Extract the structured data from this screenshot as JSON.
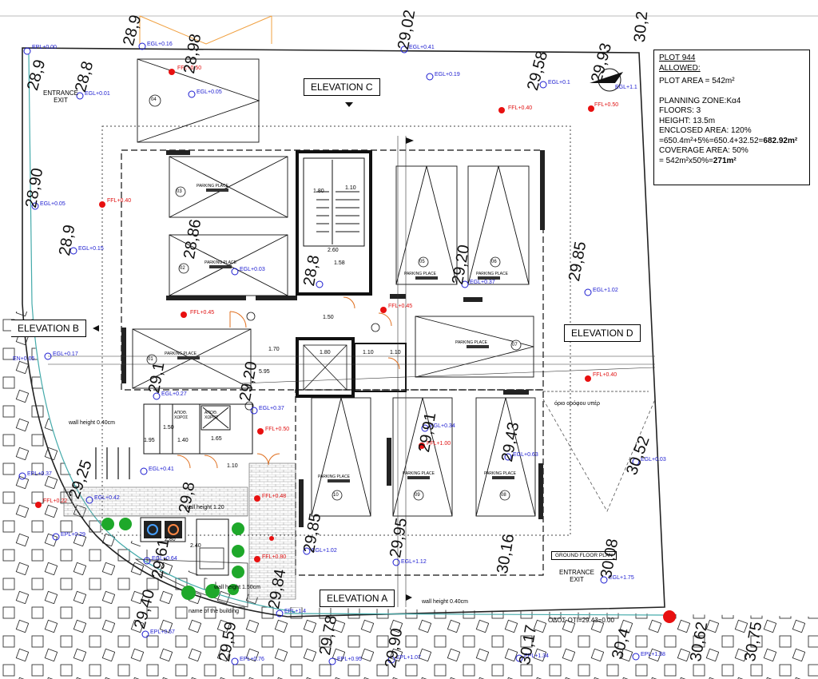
{
  "plot_info": {
    "plot": "PLOT 944",
    "allowed": "ALLOWED:",
    "plot_area": "PLOT AREA = 542m²",
    "planning_zone": "PLANNING ZONE:Κα4",
    "floors": "FLOORS:   3",
    "height": "HEIGHT:     13.5m",
    "enclosed_area": "ENCLOSED AREA:   120%",
    "enclosed_calc_prefix": "=650.4m²+5%=650.4+32.52=",
    "enclosed_calc_result": "682.92m²",
    "coverage_area": "COVERAGE AREA:  50%",
    "coverage_calc_prefix": "= 542m²x50%=",
    "coverage_calc_result": "271m²"
  },
  "elevations": {
    "a": "ELEVATION A",
    "b": "ELEVATION B",
    "c": "ELEVATION C",
    "d": "ELEVATION D"
  },
  "labels": {
    "entrance_exit_left": "ENTRANCE\nEXIT",
    "entrance_exit_bottom": "ENTRANCE\nEXIT",
    "ground_floor_plan": "GROUND FLOOR PLAN",
    "wall_height_left": "wall height 0.40cm",
    "wall_height_bottom": "wall height 0.40cm",
    "wall_height_mid": "wall height 1.20",
    "wall_height_lower": "wall height 1.50cm",
    "road_offset": "ΟΔΟΣ ΟΤΙ=29.43=0.00",
    "canopy_note": "όριο ορόφου υπέρ",
    "name_of_building": "name of the building",
    "storage_1": "ΑΠΟΘ.",
    "storage_2": "ΧΩΡΟΣ",
    "storage_3": "ΑΠΟΘ.",
    "storage_4": "ΧΩΡΟΣ",
    "parking": "PARKING PLACE",
    "parking_numbers": [
      "04",
      "03",
      "02",
      "01",
      "05",
      "06",
      "07",
      "08",
      "09",
      "10"
    ]
  },
  "dimensions": [
    "1.80",
    "1.10",
    "2.60",
    "1.80",
    "1.10",
    "1.10",
    "1.50",
    "1.70",
    "5.95",
    "1.40",
    "1.65",
    "1.50",
    "1.10",
    "2.80",
    "2.40",
    "1.58",
    "1.95"
  ],
  "levels_blue": [
    "EPL+0.00",
    "EGL+0.16",
    "EGL+0.01",
    "EGL+0.41",
    "EGL+0.19",
    "EGL+0.1",
    "EGL+1.1",
    "EGL+0.05",
    "EGL+0.05",
    "EGL+0.15",
    "EGL+0.03",
    "EGL+0.37",
    "EGL+1.02",
    "EGL+0.17",
    "EGL+0.27",
    "EGL+0.37",
    "EGL+0.34",
    "EGL+0.63",
    "EGL+0.03",
    "EGL+0.41",
    "EPL+0.37",
    "EGL+0.42",
    "EPL+0.29",
    "EGL+0.64",
    "EGL+1.02",
    "EGL+1.12",
    "EGL+1.75",
    "EPL+1.4",
    "EPL+0.57",
    "EPL+0.76",
    "EPL+0.95",
    "EPL+1.07",
    "EPL+1.34",
    "EPL+1.58",
    "EN+0.05"
  ],
  "levels_red": [
    "FFL+0.50",
    "FFL+0.40",
    "FFL+0.50",
    "FFL+0.40",
    "FFL+0.45",
    "FFL+0.45",
    "FFL+0.40",
    "FFL+0.50",
    "FFL+1.00",
    "FFL+0.22",
    "FFL+0.48",
    "FFL+0.80"
  ],
  "contours": [
    "28,9",
    "28,8",
    "28,9",
    "28,90",
    "28,9",
    "29,02",
    "29,58",
    "29,93",
    "30,2",
    "28,98",
    "28,86",
    "28,8",
    "29,20",
    "29,85",
    "29,1",
    "29,20",
    "29,91",
    "29,43",
    "30,52",
    "29,25",
    "29,8",
    "29,85",
    "29,95",
    "30,16",
    "30,08",
    "29,61",
    "29,78",
    "29,40",
    "29,59",
    "29,84",
    "29,90",
    "30,17",
    "30,4",
    "30,62",
    "30,75"
  ]
}
